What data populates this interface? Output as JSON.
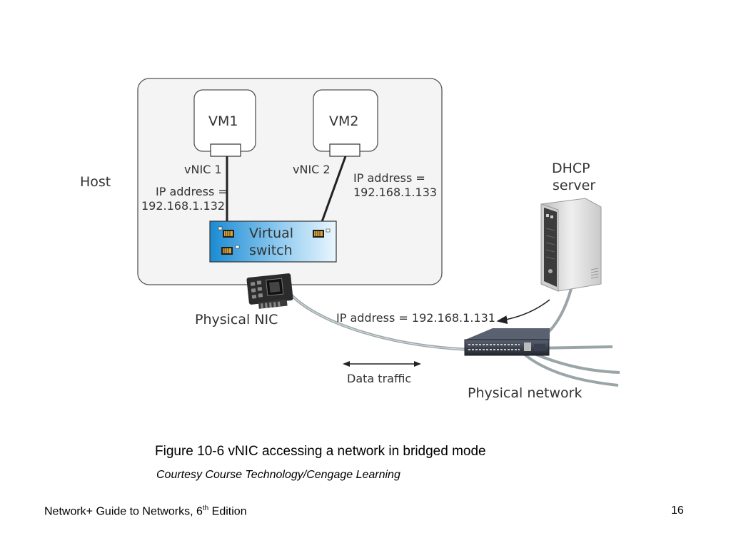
{
  "diagram": {
    "host_label": "Host",
    "vm1_label": "VM1",
    "vm2_label": "VM2",
    "vnic1_label": "vNIC 1",
    "vnic2_label": "vNIC 2",
    "vm1_ip_line1": "IP address =",
    "vm1_ip_line2": "192.168.1.132",
    "vm2_ip_line1": "IP address =",
    "vm2_ip_line2": "192.168.1.133",
    "virtual_switch_line1": "Virtual",
    "virtual_switch_line2": "switch",
    "physical_nic_label": "Physical NIC",
    "dhcp_line1": "DHCP",
    "dhcp_line2": "server",
    "dhcp_ip_label": "IP address = 192.168.1.131",
    "data_traffic_label": "Data traffic",
    "physical_network_label": "Physical network"
  },
  "caption": {
    "title": "Figure 10-6 vNIC accessing a network in bridged mode",
    "credit": "Courtesy Course Technology/Cengage Learning"
  },
  "footer": {
    "book_prefix": "Network+ Guide to Networks, 6",
    "book_sup": "th",
    "book_suffix": " Edition",
    "page_number": "16"
  },
  "colors": {
    "host_fill": "#f4f4f4",
    "switch_gradient_dark": "#1b8fd6",
    "switch_gradient_light": "#e9f5fc",
    "cable": "#9aa5a8",
    "server_body": "#d9d9d9",
    "server_front": "#3c3c3c"
  },
  "icons": [
    "ethernet-port-icon",
    "network-switch-icon",
    "server-tower-icon",
    "nic-chip-icon",
    "double-arrow-icon"
  ]
}
